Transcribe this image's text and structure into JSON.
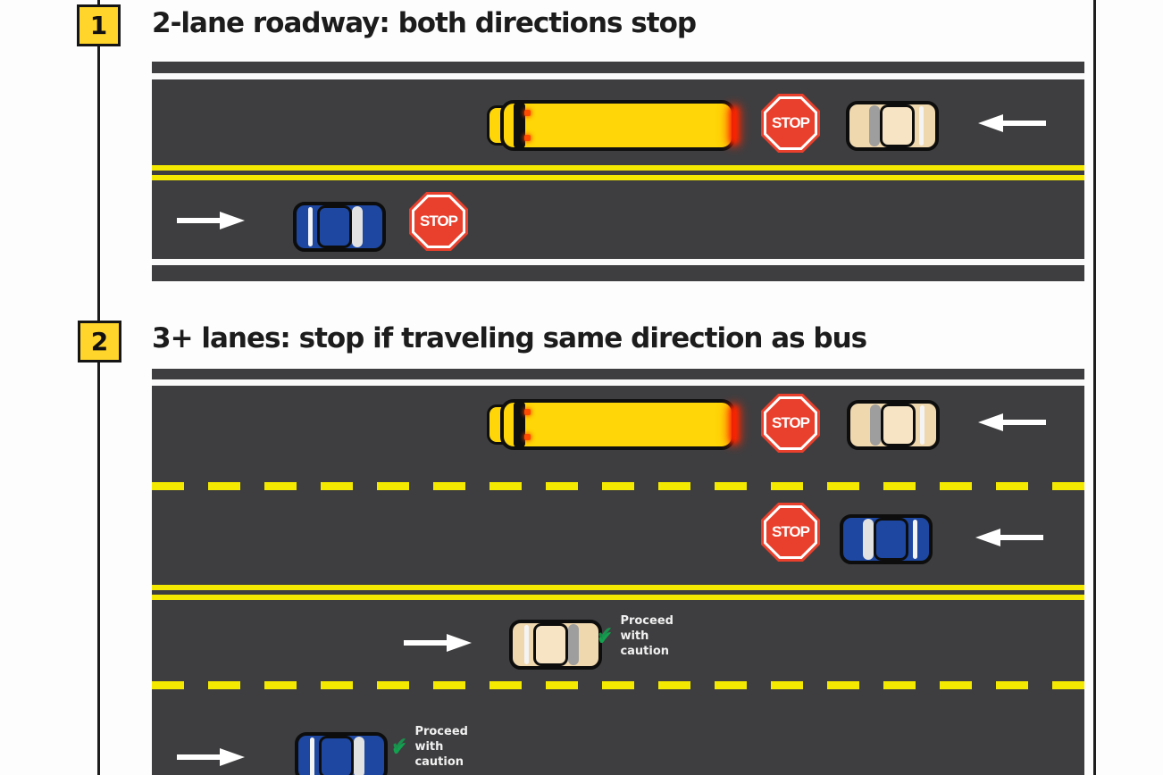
{
  "diagram": {
    "sections": [
      {
        "number": "1",
        "title": "2-lane roadway: both directions stop"
      },
      {
        "number": "2",
        "title": "3+ lanes: stop if traveling same direction as bus"
      }
    ],
    "labels": {
      "stop": "STOP",
      "check": "✔",
      "proceed": [
        "Proceed",
        "with",
        "caution"
      ]
    },
    "colors": {
      "road": "#3e3e40",
      "lane_yellow": "#f4e900",
      "bus_yellow": "#ffd607",
      "stop_red": "#e8402c",
      "car_blue": "#1d47a0",
      "car_tan": "#f0d8ae",
      "check_green": "#12a14f",
      "badge_yellow": "#ffd42b"
    }
  }
}
